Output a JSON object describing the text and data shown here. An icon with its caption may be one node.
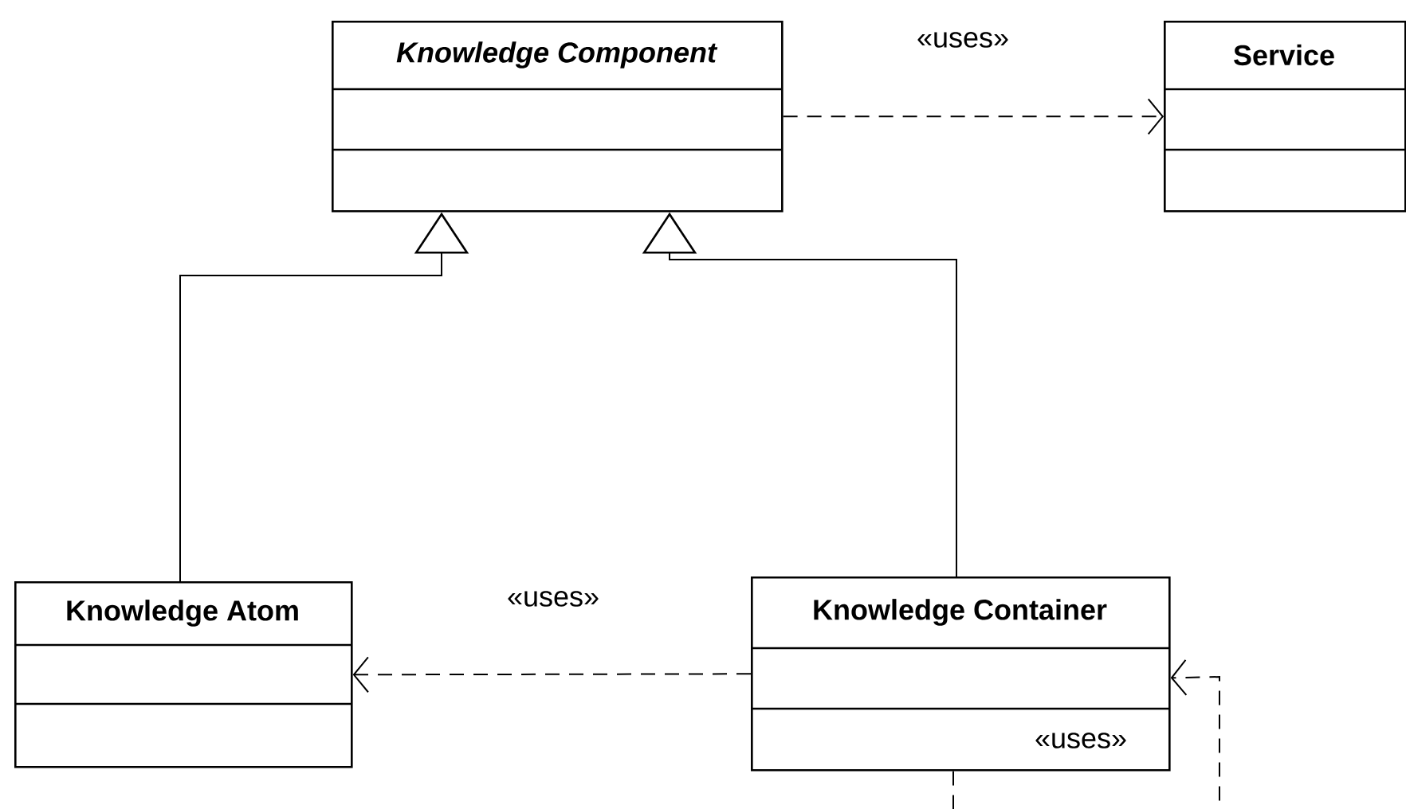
{
  "diagram": {
    "nodes": [
      {
        "text": [
          "Knowledge Component"
        ]
      },
      {
        "text": [
          "Service"
        ]
      },
      {
        "text": [
          "Knowledge Atom"
        ]
      },
      {
        "text": [
          "Knowledge Container"
        ]
      }
    ],
    "edges": [
      {
        "from": 0,
        "to": 1,
        "arrow": "to",
        "style": "dashed",
        "label": "«uses»"
      },
      {
        "from": 2,
        "to": 0,
        "arrow": "to"
      },
      {
        "from": 3,
        "to": 0,
        "arrow": "to"
      },
      {
        "from": 3,
        "to": 2,
        "arrow": "to",
        "style": "dashed",
        "label": "«uses»"
      },
      {
        "from": 3,
        "to": 3,
        "arrow": "to",
        "style": "dashed",
        "label": "«uses»"
      }
    ]
  }
}
